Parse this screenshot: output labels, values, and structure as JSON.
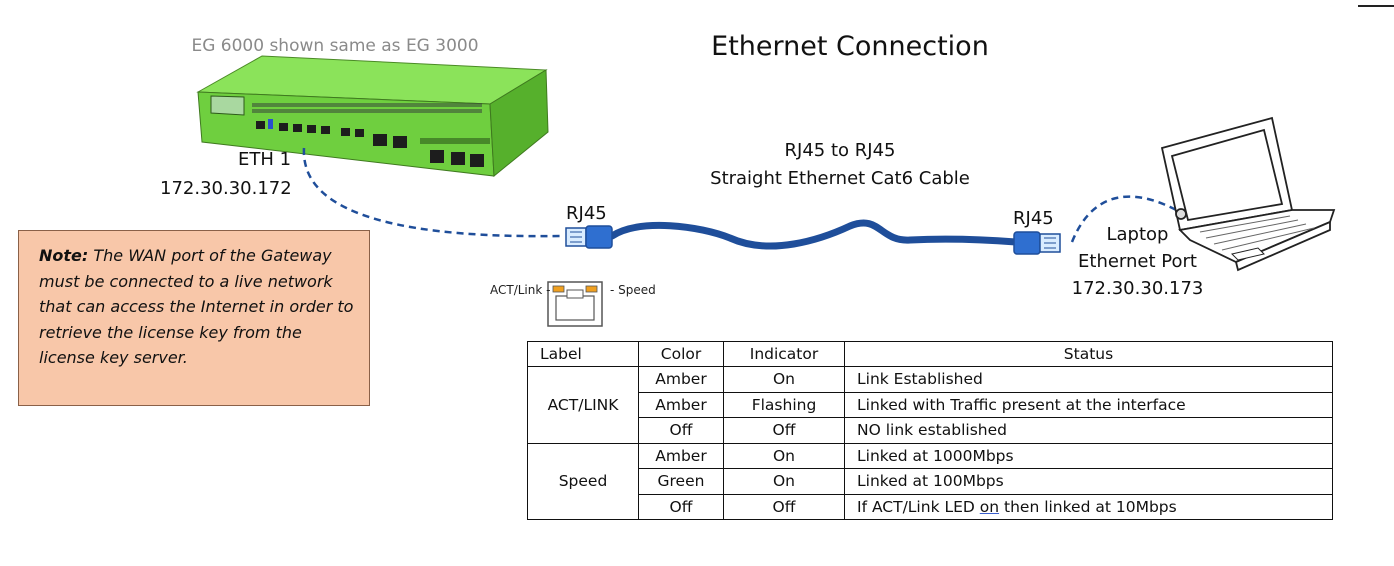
{
  "diagram": {
    "title": "Ethernet Connection",
    "device_caption": "EG 6000 shown same as EG 3000",
    "eth_port_name": "ETH 1",
    "eth_port_ip": "172.30.30.172",
    "cable_line1": "RJ45 to RJ45",
    "cable_line2": "Straight Ethernet Cat6 Cable",
    "connector_left": "RJ45",
    "connector_right": "RJ45",
    "laptop_line1": "Laptop",
    "laptop_line2": "Ethernet Port",
    "laptop_ip": "172.30.30.173",
    "jack_left_label": "ACT/Link",
    "jack_right_label": "Speed",
    "colors": {
      "device_green": "#6fcf3f",
      "cable_blue": "#1f4e9a",
      "note_fill": "#f8c7a9",
      "led_amber": "#f0a020"
    }
  },
  "note": {
    "label": "Note:",
    "text": " The WAN port of the Gateway must be connected to a live network that can access the Internet in order to retrieve the license key from the license key server."
  },
  "table": {
    "headers": [
      "Label",
      "Color",
      "Indicator",
      "Status"
    ],
    "groups": [
      {
        "label": "ACT/LINK",
        "rows": [
          {
            "color": "Amber",
            "indicator": "On",
            "status": "Link Established"
          },
          {
            "color": "Amber",
            "indicator": "Flashing",
            "status": "Linked with Traffic present at the interface"
          },
          {
            "color": "Off",
            "indicator": "Off",
            "status": "NO link established"
          }
        ]
      },
      {
        "label": "Speed",
        "rows": [
          {
            "color": "Amber",
            "indicator": "On",
            "status": "Linked at 1000Mbps"
          },
          {
            "color": "Green",
            "indicator": "On",
            "status": "Linked at 100Mbps"
          },
          {
            "color": "Off",
            "indicator": "Off",
            "status_pre": "If ACT/Link LED ",
            "status_ul": "on",
            "status_post": " then linked at 10Mbps"
          }
        ]
      }
    ]
  }
}
